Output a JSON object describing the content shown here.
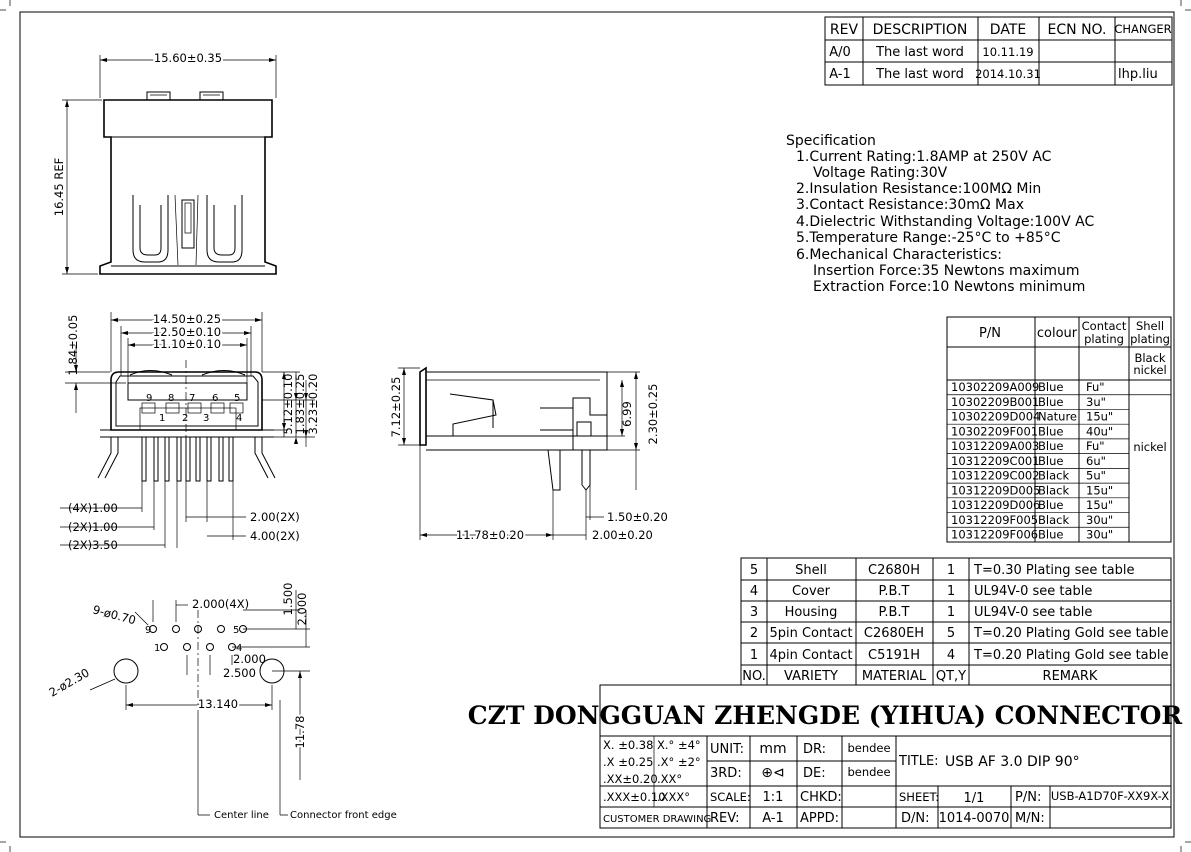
{
  "revisions": {
    "headers": [
      "REV",
      "DESCRIPTION",
      "DATE",
      "ECN NO.",
      "CHANGER"
    ],
    "rows": [
      [
        "A/0",
        "The last word",
        "10.11.19",
        "",
        ""
      ],
      [
        "A-1",
        "The last word",
        "2014.10.31",
        "",
        "lhp.liu"
      ]
    ]
  },
  "specification": {
    "heading": "Specification",
    "lines": [
      "1.Current Rating:1.8AMP at 250V AC",
      "Voltage Rating:30V",
      "2.Insulation Resistance:100MΩ Min",
      "3.Contact Resistance:30mΩ Max",
      "4.Dielectric Withstanding Voltage:100V AC",
      "5.Temperature Range:-25°C to +85°C",
      "6.Mechanical Characteristics:",
      "Insertion Force:35 Newtons maximum",
      "Extraction Force:10 Newtons minimum"
    ]
  },
  "pn_table": {
    "headers": [
      "P/N",
      "colour",
      "Contact plating",
      "Shell plating"
    ],
    "rows": [
      [
        "10302209A009",
        "Blue",
        "Fu\"",
        "Black nickel"
      ],
      [
        "10302209B001",
        "Blue",
        "3u\"",
        ""
      ],
      [
        "10302209D004",
        "Nature",
        "15u\"",
        ""
      ],
      [
        "10302209F001",
        "Blue",
        "40u\"",
        ""
      ],
      [
        "10312209A003",
        "Blue",
        "Fu\"",
        ""
      ],
      [
        "10312209C001",
        "Blue",
        "6u\"",
        ""
      ],
      [
        "10312209C002",
        "Black",
        "5u\"",
        ""
      ],
      [
        "10312209D005",
        "Black",
        "15u\"",
        ""
      ],
      [
        "10312209D006",
        "Blue",
        "15u\"",
        ""
      ],
      [
        "10312209F005",
        "Black",
        "30u\"",
        ""
      ],
      [
        "10312209F006",
        "Blue",
        "30u\"",
        ""
      ]
    ],
    "shell_group": "nickel"
  },
  "bom": {
    "headers": [
      "NO.",
      "VARIETY",
      "MATERIAL",
      "QT,Y",
      "REMARK"
    ],
    "rows": [
      [
        "5",
        "Shell",
        "C2680H",
        "1",
        "T=0.30 Plating see table"
      ],
      [
        "4",
        "Cover",
        "P.B.T",
        "1",
        "UL94V-0 see table"
      ],
      [
        "3",
        "Housing",
        "P.B.T",
        "1",
        "UL94V-0 see table"
      ],
      [
        "2",
        "5pin Contact",
        "C2680EH",
        "5",
        "T=0.20 Plating Gold see table"
      ],
      [
        "1",
        "4pin Contact",
        "C5191H",
        "4",
        "T=0.20 Plating Gold see table"
      ]
    ]
  },
  "title_block": {
    "company": "CZT DONGGUAN ZHENGDE (YIHUA) CONNECTOR CO.,LTD",
    "tolerances": [
      "X. ±0.38",
      "X.° ±4°",
      ".X ±0.25",
      ".X° ±2°",
      ".XX±0.20",
      ".XX°",
      ".XXX±0.10",
      ".XXX°"
    ],
    "unit_label": "UNIT:",
    "unit": "mm",
    "dr_label": "DR:",
    "dr": "bendee",
    "third_label": "3RD:",
    "third_symbol": "⊕⊲",
    "de_label": "DE:",
    "de": "bendee",
    "title_label": "TITLE:",
    "title": "USB AF 3.0 DIP 90°",
    "scale_label": "SCALE:",
    "scale": "1:1",
    "chkd_label": "CHKD:",
    "chkd": "",
    "sheet_label": "SHEET:",
    "sheet": "1/1",
    "pn_label": "P/N:",
    "pn": "USB-A1D70F-XX9X-X",
    "customer_label": "CUSTOMER DRAWING",
    "rev_label": "REV:",
    "rev": "A-1",
    "appd_label": "APPD:",
    "appd": "",
    "dn_label": "D/N:",
    "dn": "1014-0070",
    "mn_label": "M/N:",
    "mn": ""
  },
  "dimensions": {
    "top_width": "15.60±0.35",
    "top_height": "16.45 REF",
    "front_w1": "14.50±0.25",
    "front_w2": "12.50±0.10",
    "front_w3": "11.10±0.10",
    "front_h1": "1.84±0.05",
    "front_r1": "5.12±0.10",
    "front_r2": "1.83±0.25",
    "front_r3": "3.23±0.20",
    "front_b1": "(4X)1.00",
    "front_b2": "(2X)1.00",
    "front_b3": "(2X)3.50",
    "front_b4": "2.00(2X)",
    "front_b5": "4.00(2X)",
    "side_h1": "7.12±0.25",
    "side_h2": "6.99",
    "side_h3": "2.30±0.25",
    "side_b1": "1.50±0.20",
    "side_b2": "11.78±0.20",
    "side_b3": "2.00±0.20",
    "pcb_holes": "9-ø0.70",
    "pcb_pitch": "2.000(4X)",
    "pcb_v1": "1.500",
    "pcb_v2": "2.000",
    "pcb_big": "2-ø2.30",
    "pcb_h1": "2.000",
    "pcb_h2": "2.500",
    "pcb_w": "13.140",
    "pcb_v3": "11.78",
    "center_line": "Center line",
    "front_edge": "Connector front edge",
    "pin_labels": [
      "9",
      "8",
      "7",
      "6",
      "5",
      "1",
      "2",
      "3",
      "4"
    ],
    "pad_labels": [
      "9",
      "5",
      "1",
      "4"
    ]
  }
}
